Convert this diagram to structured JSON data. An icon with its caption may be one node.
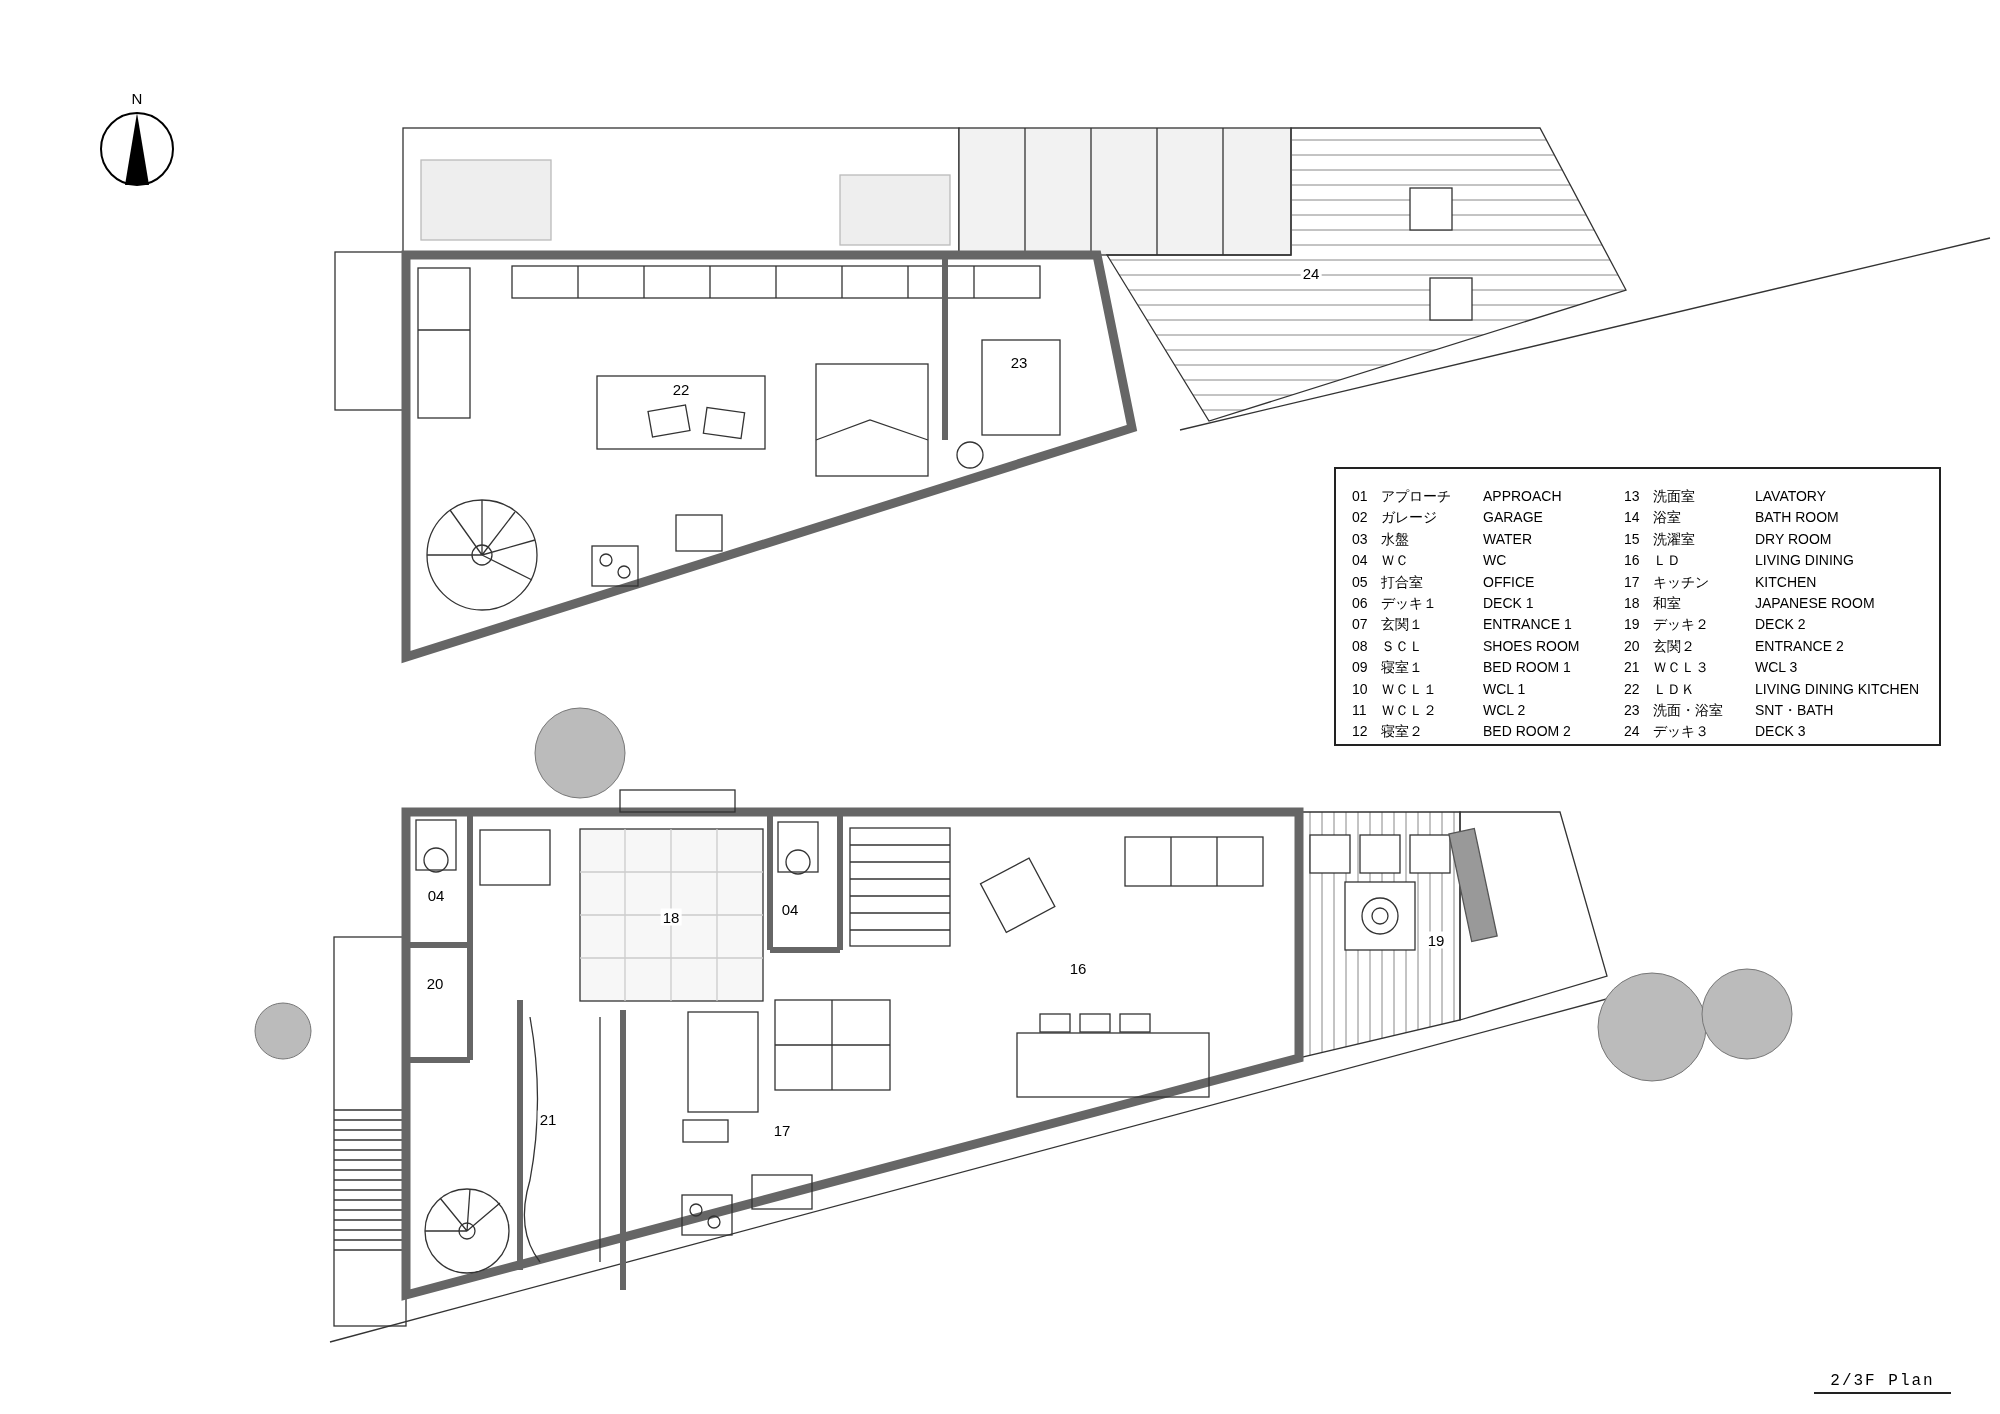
{
  "diagram": {
    "title": "2/3F Plan",
    "labels": [
      "N",
      "24",
      "22",
      "23",
      "01",
      "アプローチ",
      "APPROACH",
      "13",
      "洗面室",
      "LAVATORY",
      "02",
      "ガレージ",
      "GARAGE",
      "14",
      "浴室",
      "BATH ROOM",
      "03",
      "水盤",
      "WATER",
      "15",
      "洗濯室",
      "DRY ROOM",
      "04",
      "ＷＣ",
      "WC",
      "16",
      "ＬＤ",
      "LIVING DINING",
      "05",
      "打合室",
      "OFFICE",
      "17",
      "キッチン",
      "KITCHEN",
      "06",
      "デッキ１",
      "DECK 1",
      "18",
      "和室",
      "JAPANESE ROOM",
      "07",
      "玄関１",
      "ENTRANCE 1",
      "19",
      "デッキ２",
      "DECK 2",
      "08",
      "ＳＣＬ",
      "SHOES ROOM",
      "20",
      "玄関２",
      "ENTRANCE 2",
      "09",
      "寝室１",
      "BED ROOM 1",
      "21",
      "ＷＣＬ３",
      "WCL 3",
      "10",
      "ＷＣＬ１",
      "WCL 1",
      "22",
      "ＬＤＫ",
      "LIVING DINING KITCHEN",
      "11",
      "ＷＣＬ２",
      "WCL 2",
      "23",
      "洗面・浴室",
      "SNT・BATH",
      "12",
      "寝室２",
      "BED ROOM 2",
      "24",
      "デッキ３",
      "DECK 3",
      "04",
      "18",
      "04",
      "16",
      "19",
      "20",
      "21",
      "17"
    ]
  }
}
